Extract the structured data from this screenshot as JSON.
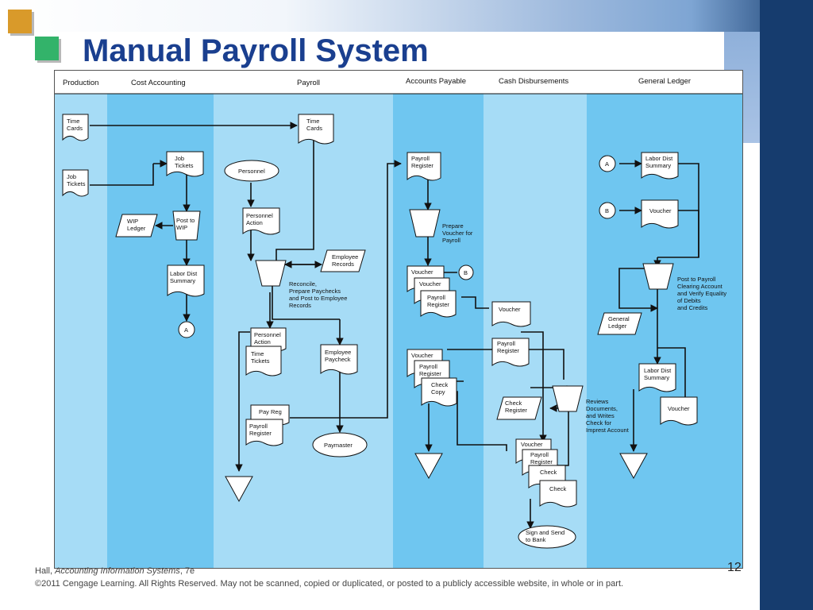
{
  "slide": {
    "title": "Manual Payroll System",
    "page_number": "12",
    "footer_author": "Hall, ",
    "footer_book": "Accounting Information Systems",
    "footer_edition": ", 7e",
    "footer_copyright": "©2011 Cengage Learning. All Rights Reserved. May not be scanned, copied or duplicated, or posted to a publicly accessible website, in whole or in part."
  },
  "colors": {
    "title": "#1a3f8f",
    "lane_dark": "#6fc6f0",
    "lane_light": "#a6dcf6",
    "connector": "#111111"
  },
  "lanes": [
    "Production",
    "Cost  Accounting",
    "Payroll",
    "Accounts Payable",
    "Cash Disbursements",
    "General Ledger"
  ],
  "nodes": {
    "prod_time_cards": "Time\nCards",
    "prod_job_tickets": "Job\nTickets",
    "ca_job_tickets": "Job\nTickets",
    "ca_wip_ledger": "WIP\nLedger",
    "ca_post_to_wip": "Post to\nWIP",
    "ca_labor_dist_summary": "Labor Dist\nSummary",
    "ca_connector_a": "A",
    "pr_time_cards": "Time\nCards",
    "pr_personnel": "Personnel",
    "pr_personnel_action": "Personnel\nAction",
    "pr_employee_records": "Employee\nRecords",
    "pr_reconcile_note": "Reconcile,\nPrepare Paychecks\nand Post to Employee\nRecords",
    "pr_personnel_action_2": "Personnel\nAction",
    "pr_time_tickets": "Time\nTickets",
    "pr_employee_paycheck": "Employee\nPaycheck",
    "pr_pay_reg": "Pay Reg",
    "pr_payroll_register": "Payroll\nRegister",
    "pr_paymaster": "Paymaster",
    "ap_payroll_register": "Payroll\nRegister",
    "ap_prepare_voucher_note": "Prepare\nVoucher for\nPayroll",
    "ap_voucher_1": "Voucher",
    "ap_voucher_2": "Voucher",
    "ap_payroll_register_2": "Payroll\nRegister",
    "ap_connector_b": "B",
    "ap_voucher_3": "Voucher",
    "ap_payroll_register_3": "Payroll\nRegister",
    "ap_check_copy": "Check\nCopy",
    "cd_voucher": "Voucher",
    "cd_payroll_register": "Payroll\nRegister",
    "cd_check_register": "Check\nRegister",
    "cd_reviews_note": "Reviews\nDocuments,\nand Writes\nCheck for\nImprest Account",
    "cd_voucher_2": "Voucher",
    "cd_payroll_register_2": "Payroll\nRegister",
    "cd_check_1": "Check",
    "cd_check_2": "Check",
    "cd_sign_send": "Sign and Send\nto Bank",
    "gl_connector_a": "A",
    "gl_labor_dist_summary": "Labor Dist\nSummary",
    "gl_connector_b": "B",
    "gl_voucher": "Voucher",
    "gl_post_note": "Post to Payroll\nClearing Account\nand Verify Equality\nof Debits\nand Credits",
    "gl_general_ledger": "General\nLedger",
    "gl_labor_dist_summary_2": "Labor Dist\nSummary",
    "gl_voucher_2": "Voucher"
  }
}
